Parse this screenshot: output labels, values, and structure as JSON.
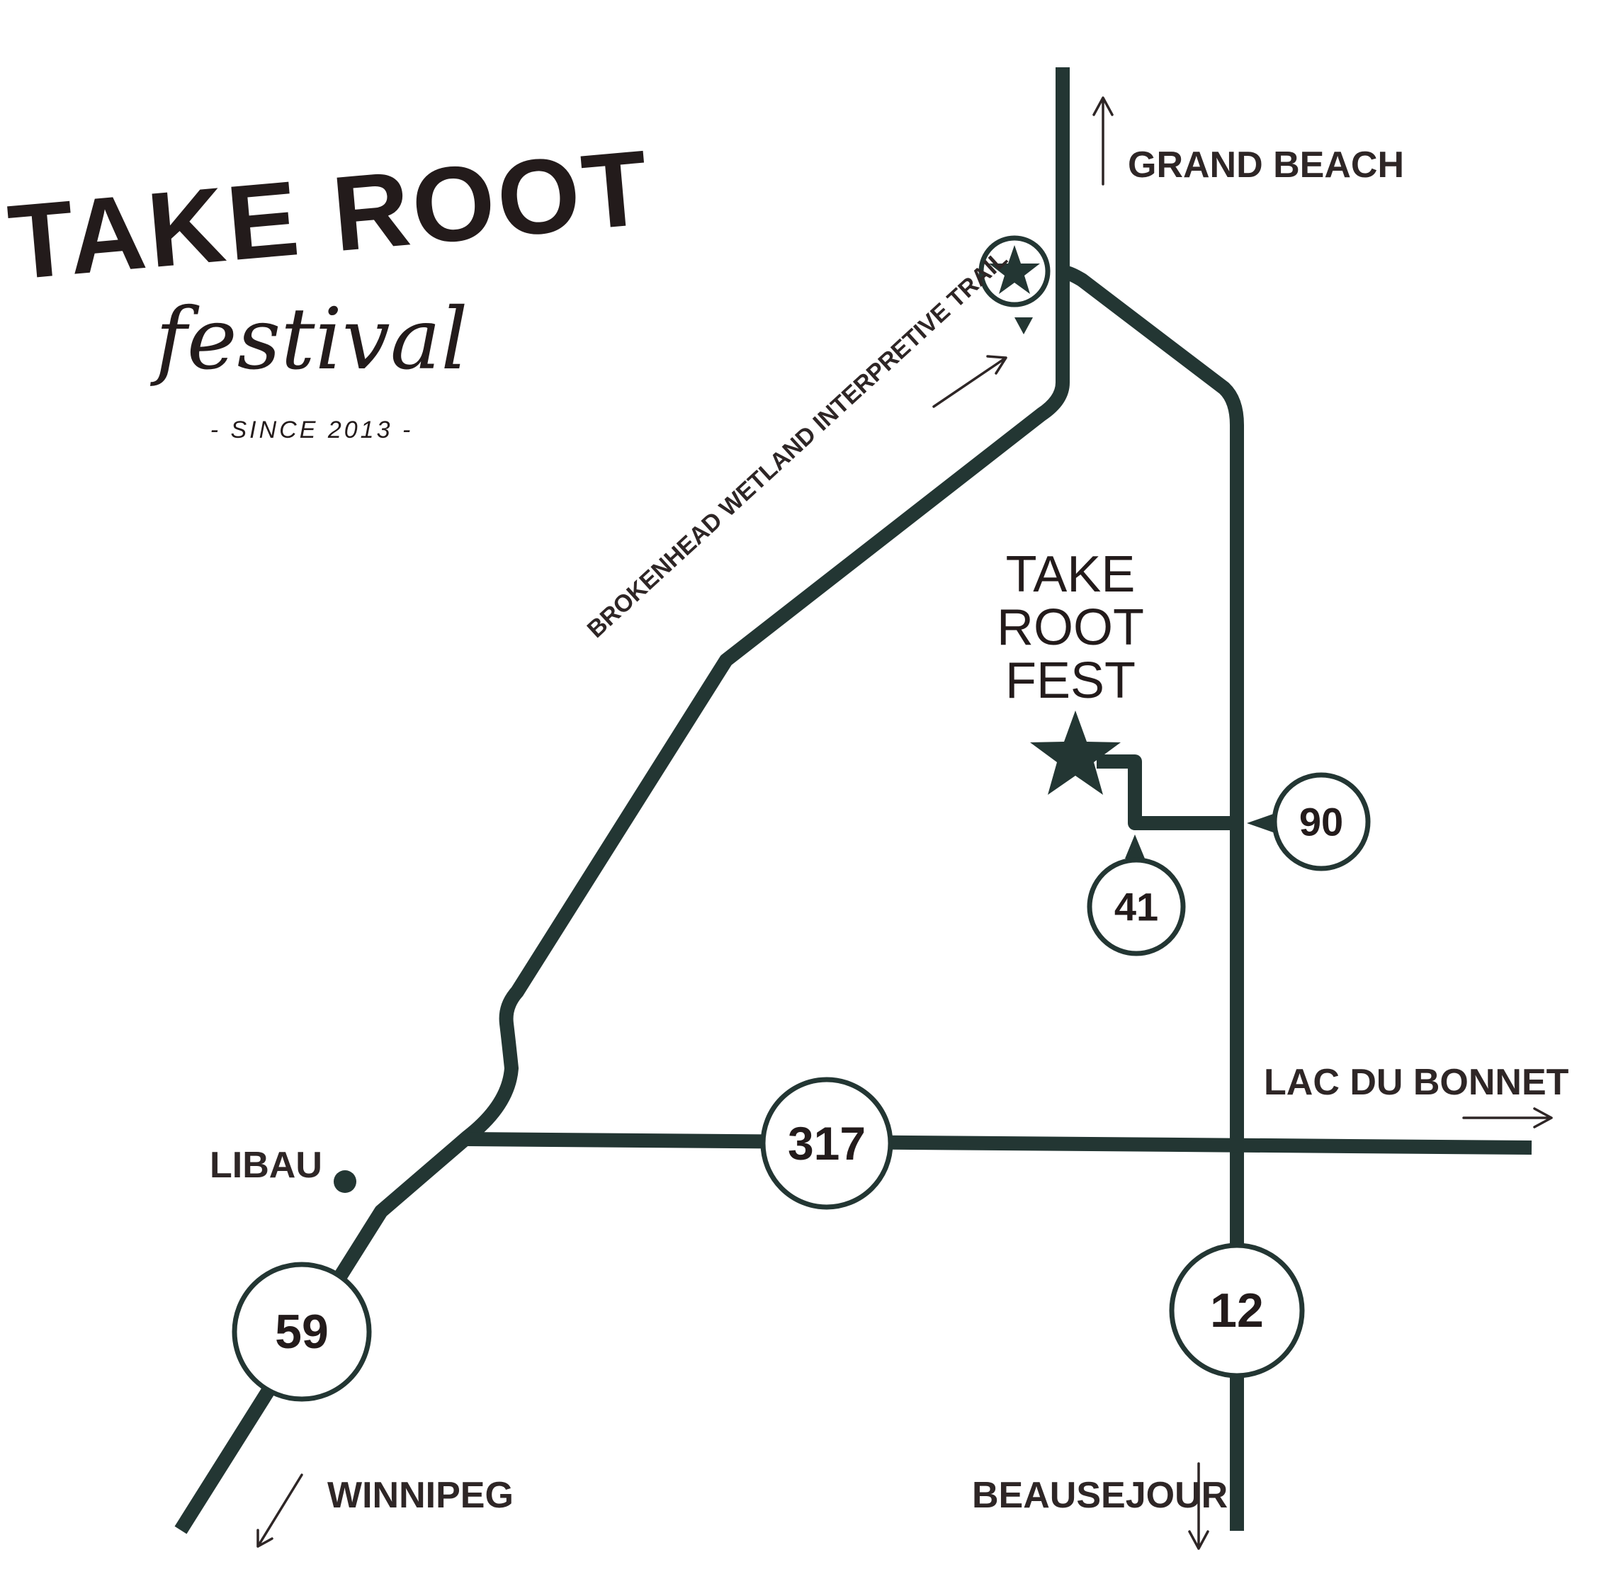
{
  "logo": {
    "title": "TAKE ROOT",
    "script": "festival",
    "since": "- SINCE 2013 -"
  },
  "destinations": {
    "grand_beach": "GRAND BEACH",
    "lac_du_bonnet": "LAC DU BONNET",
    "winnipeg": "WINNIPEG",
    "beausejour": "BEAUSEJOUR"
  },
  "places": {
    "libau": "LIBAU"
  },
  "trail_label": "BROKENHEAD WETLAND INTERPRETIVE TRAIL",
  "venue": {
    "line1": "TAKE",
    "line2": "ROOT",
    "line3": "FEST"
  },
  "highways": {
    "h59": "59",
    "h317": "317",
    "h12": "12",
    "h90": "90",
    "h41": "41"
  },
  "colors": {
    "road": "#233633",
    "text": "#231b1b"
  }
}
